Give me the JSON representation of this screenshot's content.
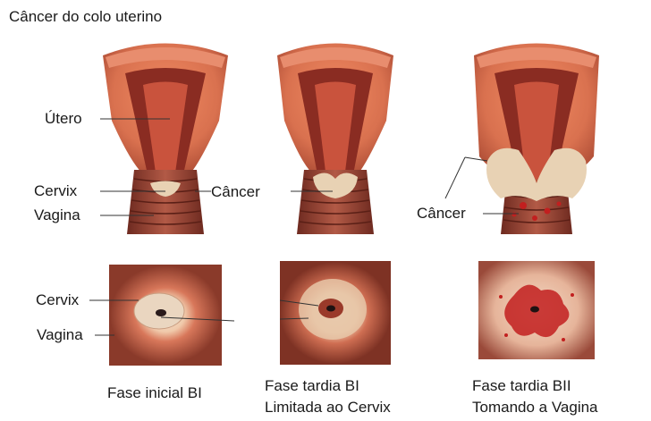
{
  "title": "Câncer do colo uterino",
  "labels": {
    "utero": "Útero",
    "cervix_top": "Cervix",
    "vagina_top": "Vagina",
    "cancer_1": "Câncer",
    "cancer_2": "Câncer",
    "cervix_bottom": "Cervix",
    "vagina_bottom": "Vagina"
  },
  "stages": [
    {
      "line1": "Fase inicial BI",
      "line2": ""
    },
    {
      "line1": "Fase tardia BI",
      "line2": "Limitada ao Cervix"
    },
    {
      "line1": "Fase tardia BII",
      "line2": "Tomando a Vagina"
    }
  ],
  "colors": {
    "tissue_outer": "#d9714f",
    "tissue_inner": "#a8402c",
    "cavity": "#8a2c22",
    "vagina": "#8e3d30",
    "tumor": "#e8d2b4",
    "lesion": "#c21f1f",
    "cervix_disc": "#f3e2cf"
  }
}
